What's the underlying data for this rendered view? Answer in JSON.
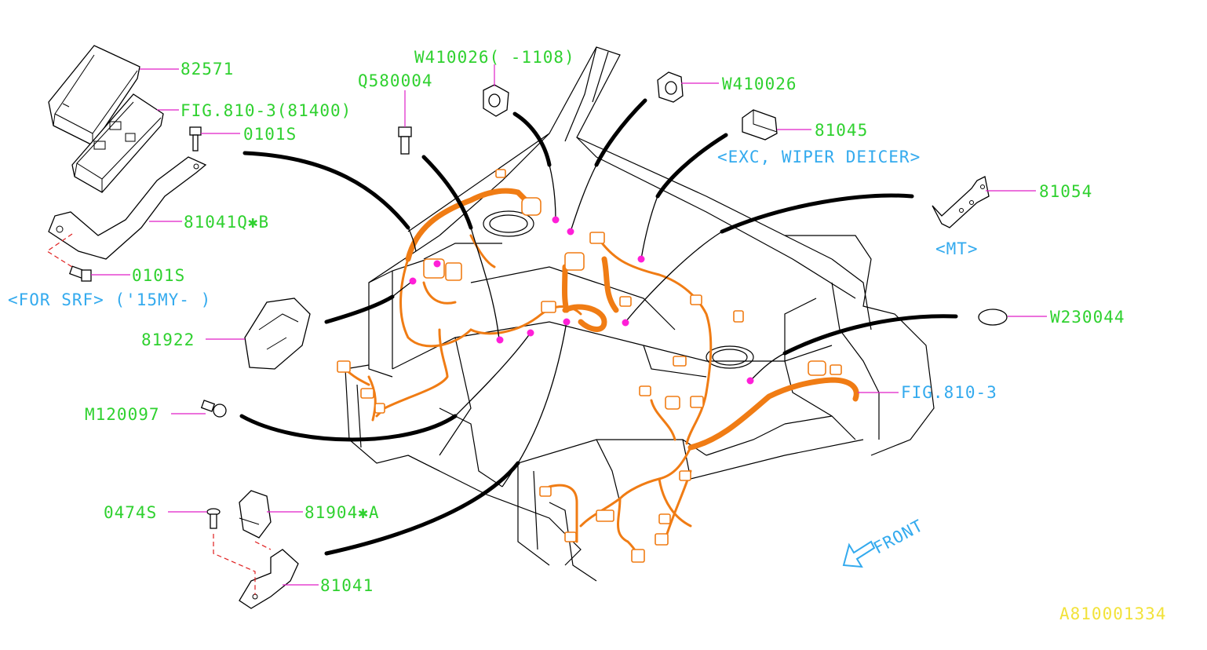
{
  "labels": {
    "p82571": "82571",
    "fig810_3_81400": "FIG.810-3(81400)",
    "p0101s_top": "0101S",
    "p81041q_b": "81041Q✱B",
    "p0101s_bottom": "0101S",
    "for_srf": "<FOR SRF> ('15MY- )",
    "p81922": "81922",
    "m120097": "M120097",
    "p0474s": "0474S",
    "p81904_a": "81904✱A",
    "p81041": "81041",
    "w410026_1108": "W410026( -1108)",
    "q580004": "Q580004",
    "w410026": "W410026",
    "p81045": "81045",
    "exc_wiper_deicer": "<EXC, WIPER DEICER>",
    "p81054": "81054",
    "mt": "<MT>",
    "w230044": "W230044",
    "fig810_3": "FIG.810-3",
    "front": "FRONT",
    "diagram_id": "A810001334"
  },
  "colors": {
    "part_label": "#2fd12f",
    "note_label": "#33aaee",
    "diagram_id": "#f2e23a",
    "leader_line": "#e01fc8",
    "harness": "#f07c14",
    "fastener_point": "#ff1fd8"
  },
  "icons": {
    "front_arrow": "arrow-front-icon"
  }
}
